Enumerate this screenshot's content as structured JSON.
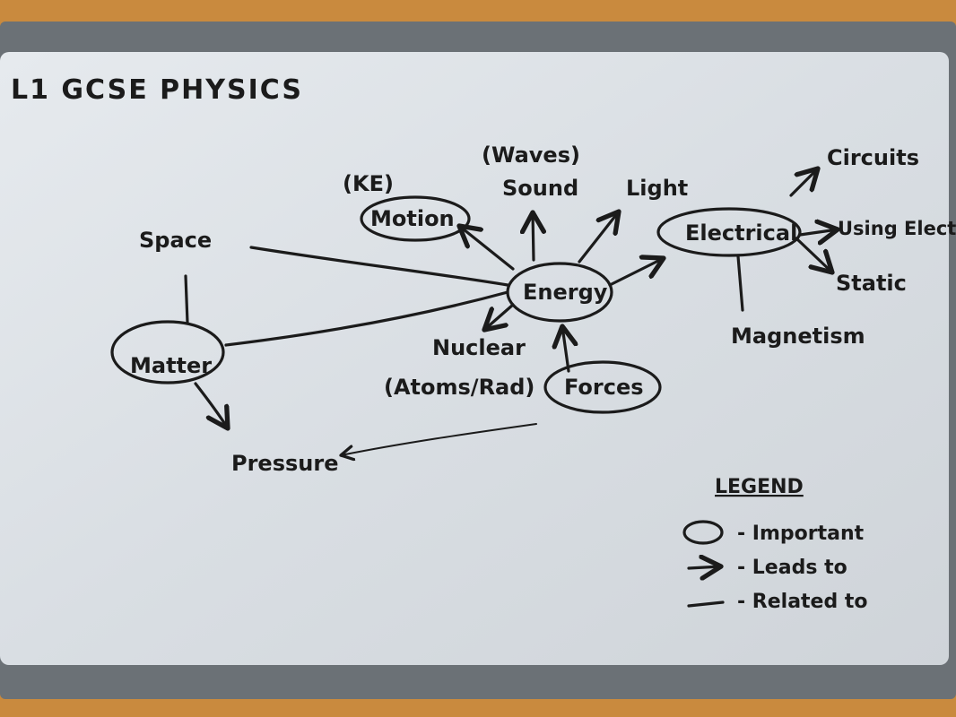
{
  "board": {
    "title": "L1 GCSE PHYSICS",
    "nodes": {
      "space": "Space",
      "matter": "Matter",
      "pressure": "Pressure",
      "ke": "(KE)",
      "motion": "Motion",
      "waves": "(Waves)",
      "sound": "Sound",
      "light": "Light",
      "energy": "Energy",
      "nuclear": "Nuclear",
      "atoms_rad": "(Atoms/Rad)",
      "forces": "Forces",
      "electrical": "Electrical",
      "circuits": "Circuits",
      "using_elect": "Using Elect",
      "static": "Static",
      "magnetism": "Magnetism"
    },
    "legend": {
      "title": "LEGEND",
      "items": [
        {
          "symbol": "oval",
          "label": "- Important"
        },
        {
          "symbol": "arrow",
          "label": "- Leads to"
        },
        {
          "symbol": "line",
          "label": "- Related to"
        }
      ]
    }
  }
}
